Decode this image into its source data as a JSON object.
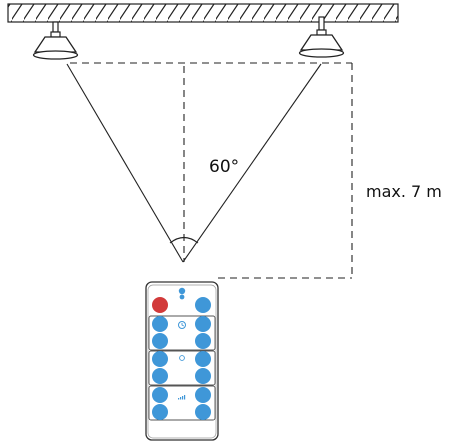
{
  "diagram": {
    "angle_label": "60°",
    "distance_label": "max. 7 m"
  },
  "colors": {
    "line": "#222222",
    "ceiling_hatch": "#222222",
    "button_blue": "#3f97d8",
    "power_button_red": "#d23a3a",
    "remote_body": "#ffffff",
    "remote_outline": "#333333"
  },
  "icons": {
    "logo": "logo-icon",
    "section_1": "clock-icon",
    "section_2": "brightness-icon",
    "section_3": "signal-bars-icon"
  },
  "remote": {
    "layout": {
      "top_row": [
        "power-button",
        "top-right-button"
      ],
      "sections": [
        {
          "icon": "clock-icon",
          "rows": 2,
          "buttons_per_row": 2
        },
        {
          "icon": "brightness-icon",
          "rows": 2,
          "buttons_per_row": 2
        },
        {
          "icon": "signal-bars-icon",
          "rows": 2,
          "buttons_per_row": 2
        }
      ]
    }
  }
}
